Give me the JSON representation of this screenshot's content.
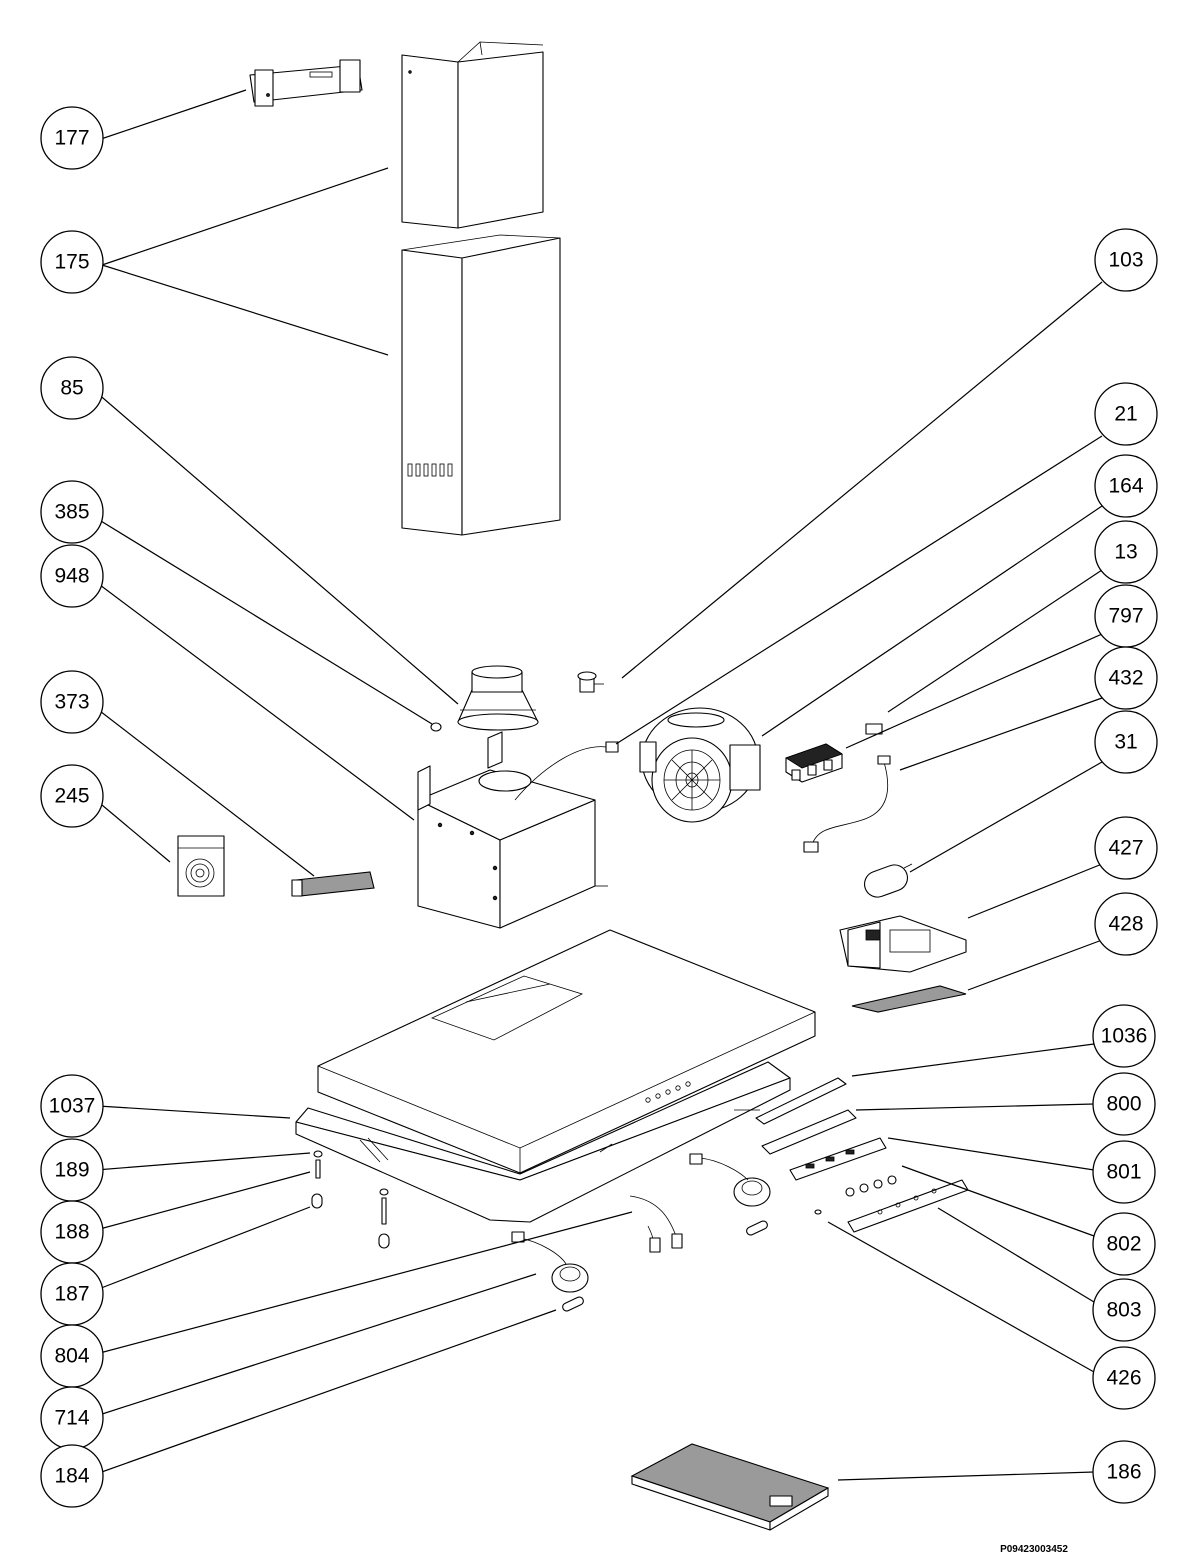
{
  "drawing_code": "P09423003452",
  "callouts": [
    "177",
    "175",
    "85",
    "385",
    "948",
    "373",
    "245",
    "1037",
    "189",
    "188",
    "187",
    "804",
    "714",
    "184",
    "103",
    "21",
    "164",
    "13",
    "797",
    "432",
    "31",
    "427",
    "428",
    "1036",
    "800",
    "801",
    "802",
    "803",
    "426",
    "186"
  ]
}
